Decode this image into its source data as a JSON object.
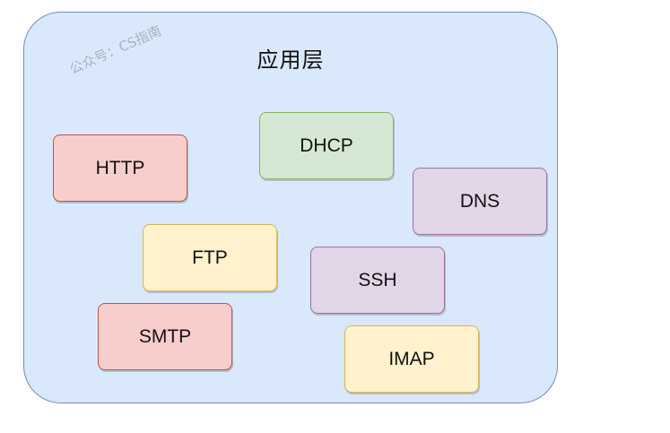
{
  "layer": {
    "title": "应用层",
    "watermark": "公众号：CS指南"
  },
  "protocols": {
    "http": "HTTP",
    "dhcp": "DHCP",
    "dns": "DNS",
    "ftp": "FTP",
    "ssh": "SSH",
    "smtp": "SMTP",
    "imap": "IMAP"
  },
  "colors": {
    "layer_fill": "#dae8fc",
    "layer_stroke": "#6c8ebf",
    "red_fill": "#f8cecc",
    "green_fill": "#d5e8d4",
    "purple_fill": "#e1d5e7",
    "yellow_fill": "#fff2cc"
  }
}
